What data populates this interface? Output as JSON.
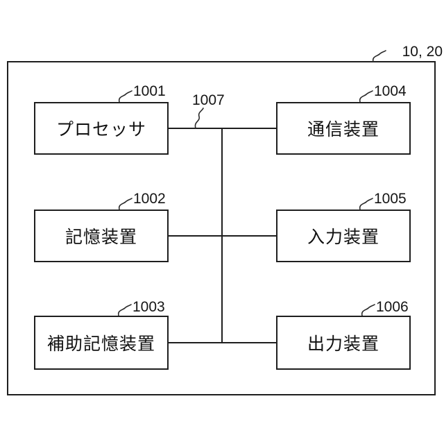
{
  "figure": {
    "system_ref": "10, 20",
    "bus_ref": "1007",
    "colors": {
      "line": "#1e1e1e",
      "background": "#ffffff",
      "text": "#111111"
    },
    "blocks": [
      {
        "name": "processor",
        "label": "プロセッサ",
        "ref": "1001"
      },
      {
        "name": "storage",
        "label": "記憶装置",
        "ref": "1002"
      },
      {
        "name": "auxiliary-storage",
        "label": "補助記憶装置",
        "ref": "1003"
      },
      {
        "name": "communication",
        "label": "通信装置",
        "ref": "1004"
      },
      {
        "name": "input",
        "label": "入力装置",
        "ref": "1005"
      },
      {
        "name": "output",
        "label": "出力装置",
        "ref": "1006"
      }
    ]
  }
}
